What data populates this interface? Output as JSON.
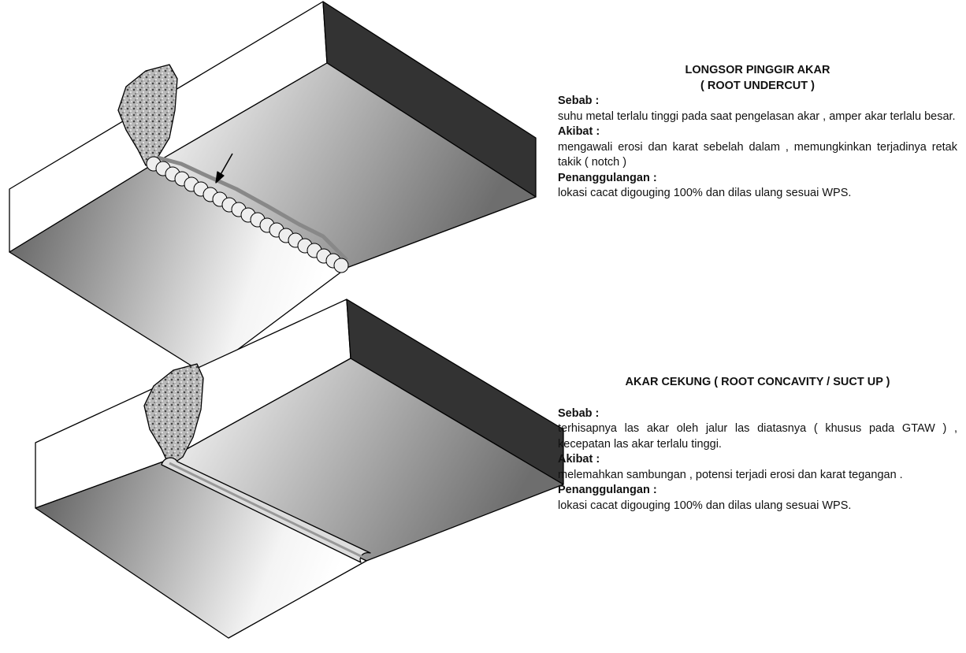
{
  "sections": [
    {
      "title_line1": "LONGSOR PINGGIR AKAR",
      "title_line2": "( ROOT UNDERCUT )",
      "sebab_label": "Sebab :",
      "sebab_text": "suhu metal terlalu tinggi pada saat pengelasan akar ,  amper akar terlalu besar.",
      "akibat_label": "Akibat :",
      "akibat_text": "mengawali erosi dan karat sebelah dalam , memungkinkan terjadinya retak takik ( notch )",
      "penanggulangan_label": "Penanggulangan :",
      "penanggulangan_text": "lokasi cacat digouging 100% dan dilas ulang sesuai WPS."
    },
    {
      "title_line1": "AKAR CEKUNG ( ROOT CONCAVITY / SUCT UP )",
      "sebab_label": "Sebab :",
      "sebab_text": "terhisapnya las akar oleh jalur las diatasnya ( khusus pada GTAW ) , kecepatan las akar terlalu tinggi.",
      "akibat_label": "Akibat :",
      "akibat_text": "melemahkan sambungan , potensi terjadi erosi dan karat tegangan .",
      "penanggulangan_label": "Penanggulangan :",
      "penanggulangan_text": "lokasi cacat digouging 100% dan dilas ulang sesuai WPS."
    }
  ]
}
